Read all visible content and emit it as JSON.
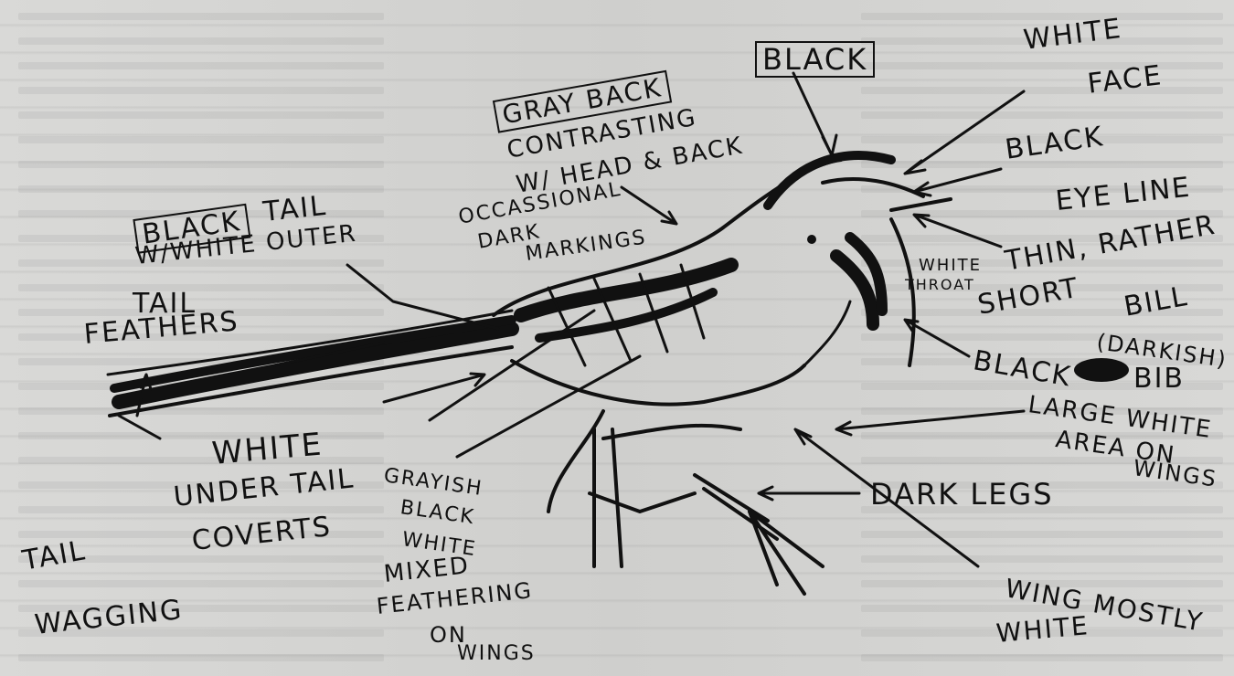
{
  "labels": {
    "black_box": "BLACK",
    "white_face_1": "WHITE",
    "white_face_2": "FACE",
    "gray_back_box": "GRAY BACK",
    "contrasting": "CONTRASTING",
    "w_head_back": "W/ HEAD & BACK",
    "occasional": "OCCASSIONAL",
    "dark": "DARK",
    "markings": "MARKINGS",
    "black_eye_1": "BLACK",
    "black_eye_2": "EYE LINE",
    "thin_rather": "THIN, RATHER",
    "short": "SHORT",
    "bill": "BILL",
    "darkish": "(DARKISH)",
    "white_throat_1": "WHITE",
    "white_throat_2": "THROAT",
    "black_bib_1": "BLACK",
    "black_bib_2": "BIB",
    "large_white": "LARGE WHITE",
    "area_on": "AREA ON",
    "wings_1": "WINGS",
    "dark_legs": "DARK LEGS",
    "wing_mostly": "WING MOSTLY",
    "white_wing": "WHITE",
    "black_tail_box": "BLACK",
    "tail": "TAIL",
    "w_white_outer": "W/WHITE OUTER",
    "tail_2": "TAIL",
    "feathers": "FEATHERS",
    "white_under_1": "WHITE",
    "under_tail": "UNDER TAIL",
    "coverts": "COVERTS",
    "grayish": "GRAYISH",
    "black_mix": "BLACK",
    "white_mix": "WHITE",
    "mixed": "MIXED",
    "feathering": "FEATHERING",
    "on": "ON",
    "wings_2": "WINGS",
    "tail_wag_1": "TAIL",
    "tail_wag_2": "WAGGING"
  },
  "colors": {
    "ink": "#111111",
    "paper": "#d6d6d4"
  }
}
